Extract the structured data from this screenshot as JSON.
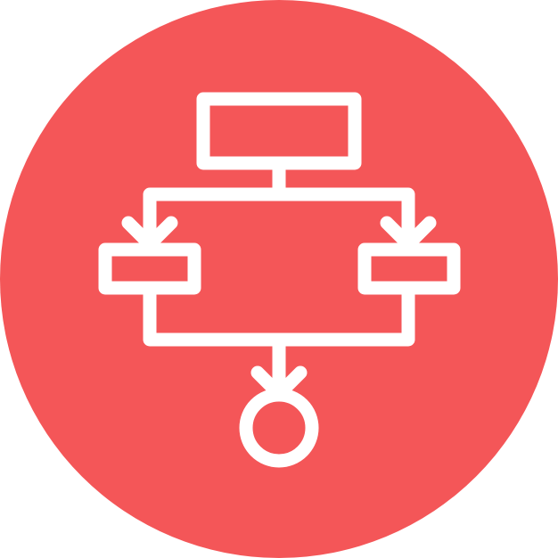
{
  "icon": {
    "name": "flowchart-icon",
    "background_color": "#F45658",
    "stroke_color": "#FFFFFF",
    "elements": [
      "top-process-box",
      "connector-stem-top",
      "branch-bar-top",
      "left-branch-arrow",
      "right-branch-arrow",
      "left-process-box",
      "right-process-box",
      "merge-bar-bottom",
      "bottom-arrow",
      "terminal-circle"
    ]
  }
}
